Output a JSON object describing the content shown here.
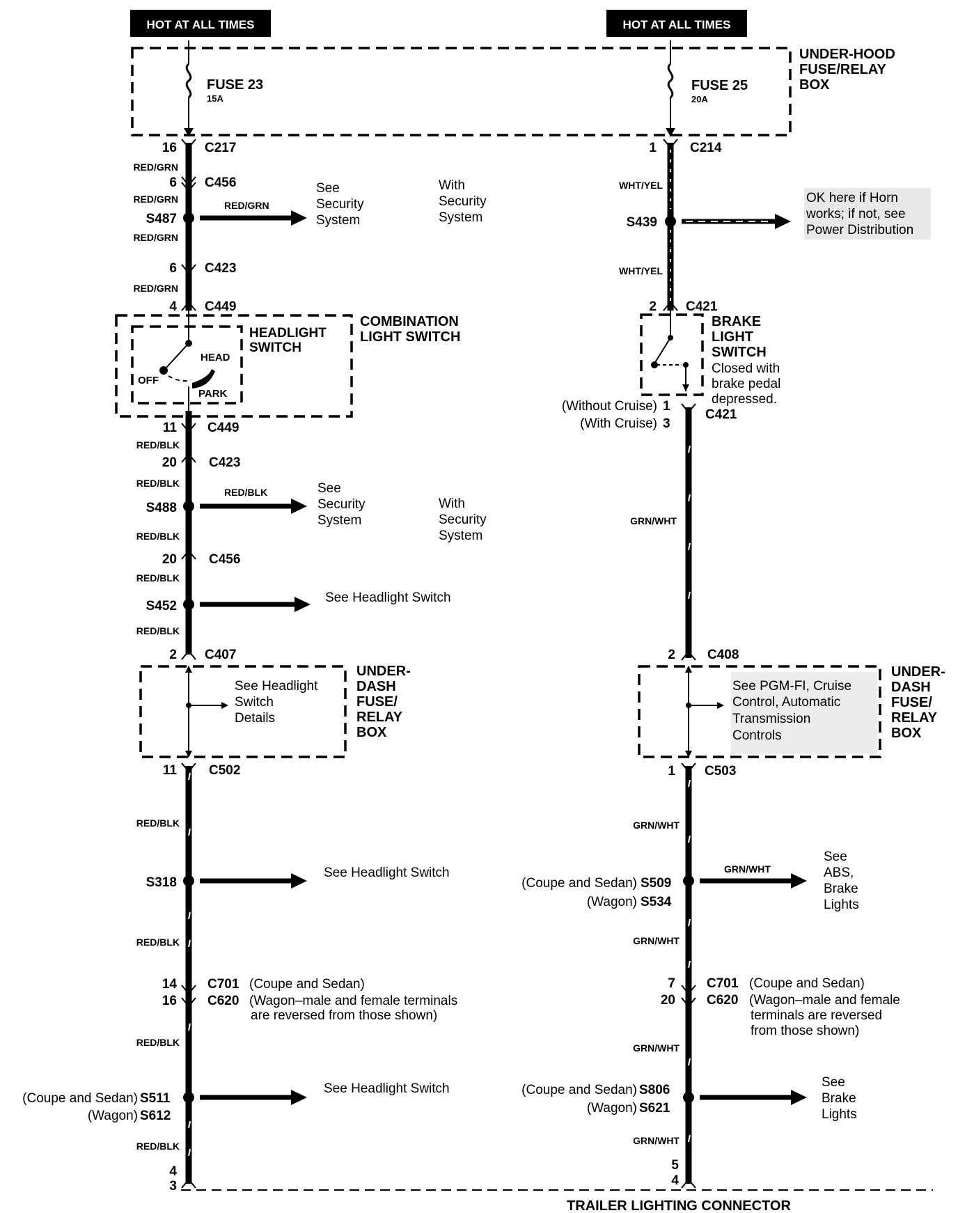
{
  "badges": {
    "left": "HOT AT ALL TIMES",
    "right": "HOT AT ALL TIMES"
  },
  "underhood_box": [
    "UNDER-HOOD",
    "FUSE/RELAY",
    "BOX"
  ],
  "fuses": {
    "left": {
      "name": "FUSE 23",
      "rating": "15A"
    },
    "right": {
      "name": "FUSE 25",
      "rating": "20A"
    }
  },
  "left_circuit": {
    "c217": {
      "pin": "16",
      "name": "C217"
    },
    "w1": "RED/GRN",
    "c456a": {
      "pin": "6",
      "name": "C456"
    },
    "w2": "RED/GRN",
    "s487": {
      "name": "S487",
      "wire": "RED/GRN",
      "see": [
        "See",
        "Security",
        "System"
      ],
      "note": [
        "With",
        "Security",
        "System"
      ]
    },
    "w3": "RED/GRN",
    "c423a": {
      "pin": "6",
      "name": "C423"
    },
    "w4": "RED/GRN",
    "c449a": {
      "pin": "4",
      "name": "C449"
    },
    "headlight_switch": [
      "HEADLIGHT",
      "SWITCH"
    ],
    "combination": [
      "COMBINATION",
      "LIGHT SWITCH"
    ],
    "pos_head": "HEAD",
    "pos_off": "OFF",
    "pos_park": "PARK",
    "c449b": {
      "pin": "11",
      "name": "C449"
    },
    "w5": "RED/BLK",
    "c423b": {
      "pin": "20",
      "name": "C423"
    },
    "w6": "RED/BLK",
    "s488": {
      "name": "S488",
      "wire": "RED/BLK",
      "see": [
        "See",
        "Security",
        "System"
      ],
      "note": [
        "With",
        "Security",
        "System"
      ]
    },
    "w7": "RED/BLK",
    "c456b": {
      "pin": "20",
      "name": "C456"
    },
    "w8": "RED/BLK",
    "s452": {
      "name": "S452",
      "see": "See Headlight Switch"
    },
    "w9": "RED/BLK",
    "c407": {
      "pin": "2",
      "name": "C407"
    },
    "underdash_note": [
      "See Headlight",
      "Switch",
      "Details"
    ],
    "underdash_label": [
      "UNDER-",
      "DASH",
      "FUSE/",
      "RELAY",
      "BOX"
    ],
    "c502": {
      "pin": "11",
      "name": "C502"
    },
    "w10": "RED/BLK",
    "s318": {
      "name": "S318",
      "see": "See Headlight Switch"
    },
    "w11": "RED/BLK",
    "c701": {
      "pin": "14",
      "name": "C701",
      "note": "(Coupe and Sedan)"
    },
    "c620": {
      "pin": "16",
      "name": "C620",
      "note": [
        "(Wagon–male and female terminals",
        "are reversed from those shown)"
      ]
    },
    "w12": "RED/BLK",
    "s511": {
      "prefix": "(Coupe and Sedan)",
      "name": "S511"
    },
    "s612": {
      "prefix": "(Wagon)",
      "name": "S612"
    },
    "s511_see": "See Headlight Switch",
    "w13": "RED/BLK",
    "term_pins": [
      "4",
      "3"
    ]
  },
  "right_circuit": {
    "c214": {
      "pin": "1",
      "name": "C214"
    },
    "w1": "WHT/YEL",
    "s439": {
      "name": "S439",
      "note": [
        "OK here if Horn",
        "works; if not, see",
        "Power Distribution"
      ]
    },
    "w2": "WHT/YEL",
    "c421a": {
      "pin": "2",
      "name": "C421"
    },
    "brake_switch": [
      "BRAKE",
      "LIGHT",
      "SWITCH"
    ],
    "brake_note": [
      "Closed with",
      "brake pedal",
      "depressed."
    ],
    "c421b_pins": [
      {
        "label": "(Without Cruise)",
        "pin": "1"
      },
      {
        "label": "(With Cruise)",
        "pin": "3"
      }
    ],
    "c421b_name": "C421",
    "w3": "GRN/WHT",
    "c408": {
      "pin": "2",
      "name": "C408"
    },
    "underdash_note": [
      "See PGM-FI, Cruise",
      "Control, Automatic",
      "Transmission",
      "Controls"
    ],
    "underdash_label": [
      "UNDER-",
      "DASH",
      "FUSE/",
      "RELAY",
      "BOX"
    ],
    "c503": {
      "pin": "1",
      "name": "C503"
    },
    "w4": "GRN/WHT",
    "s509": {
      "prefix": "(Coupe and Sedan)",
      "name": "S509"
    },
    "s534": {
      "prefix": "(Wagon)",
      "name": "S534"
    },
    "s509_wire": "GRN/WHT",
    "s509_see": [
      "See",
      "ABS,",
      "Brake",
      "Lights"
    ],
    "w5": "GRN/WHT",
    "c701": {
      "pin": "7",
      "name": "C701",
      "note": "(Coupe and Sedan)"
    },
    "c620": {
      "pin": "20",
      "name": "C620",
      "note": [
        "(Wagon–male and female",
        "terminals are reversed",
        "from those shown)"
      ]
    },
    "w6": "GRN/WHT",
    "s806": {
      "prefix": "(Coupe and Sedan)",
      "name": "S806"
    },
    "s621": {
      "prefix": "(Wagon)",
      "name": "S621"
    },
    "s806_see": [
      "See",
      "Brake",
      "Lights"
    ],
    "w7": "GRN/WHT",
    "term_pins": [
      "5",
      "4"
    ]
  },
  "connector_label": "TRAILER LIGHTING CONNECTOR"
}
